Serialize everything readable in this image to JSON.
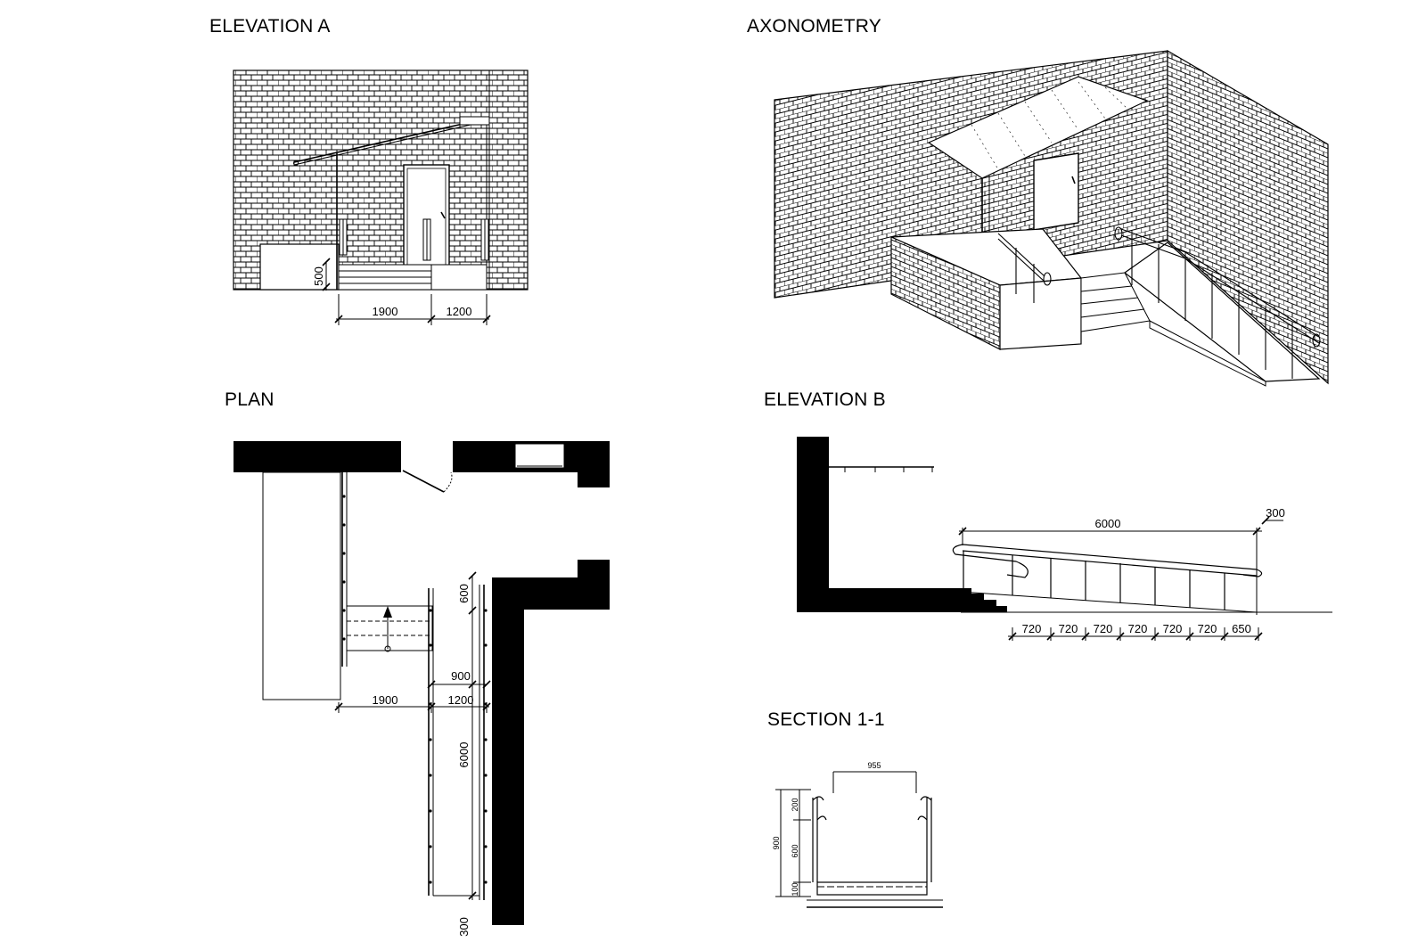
{
  "titles": {
    "elevation_a": "ELEVATION A",
    "axonometry": "AXONOMETRY",
    "plan": "PLAN",
    "elevation_b": "ELEVATION B",
    "section": "SECTION 1-1"
  },
  "elevation_a_dims": {
    "width_left": "1900",
    "width_right": "1200",
    "height": "500"
  },
  "plan_dims": {
    "width_left": "1900",
    "width_right": "1200",
    "landing_width": "900",
    "top": "600",
    "ramp_length": "6000",
    "bottom": "300"
  },
  "elevation_b_dims": {
    "ramp_length": "6000",
    "overhang": "300",
    "post_spacings": [
      "720",
      "720",
      "720",
      "720",
      "720",
      "720",
      "650"
    ]
  },
  "section_dims": {
    "width": "955",
    "total_height": "900",
    "top": "200",
    "mid": "600",
    "base": "100"
  }
}
